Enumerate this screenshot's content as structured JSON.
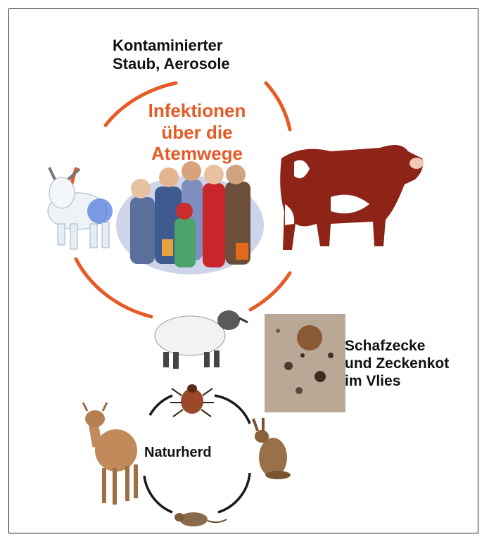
{
  "labels": {
    "contaminated_line1": "Kontaminierter",
    "contaminated_line2": "Staub, Aerosole",
    "infection_line1": "Infektionen",
    "infection_line2": "über die",
    "infection_line3": "Atemwege",
    "tick_line1": "Schafzecke",
    "tick_line2": "und Zeckenkot",
    "tick_line3": "im Vlies",
    "natural_focus": "Naturherd"
  },
  "colors": {
    "accent": "#e65a26",
    "cow_red": "#8e2417",
    "cycle_black": "#1a1a1a"
  },
  "icons": [
    "goat-icon",
    "people-group-icon",
    "cow-icon",
    "sheep-icon",
    "tick-icon",
    "tick-feces-photo",
    "deer-icon",
    "hare-icon",
    "mouse-icon"
  ]
}
